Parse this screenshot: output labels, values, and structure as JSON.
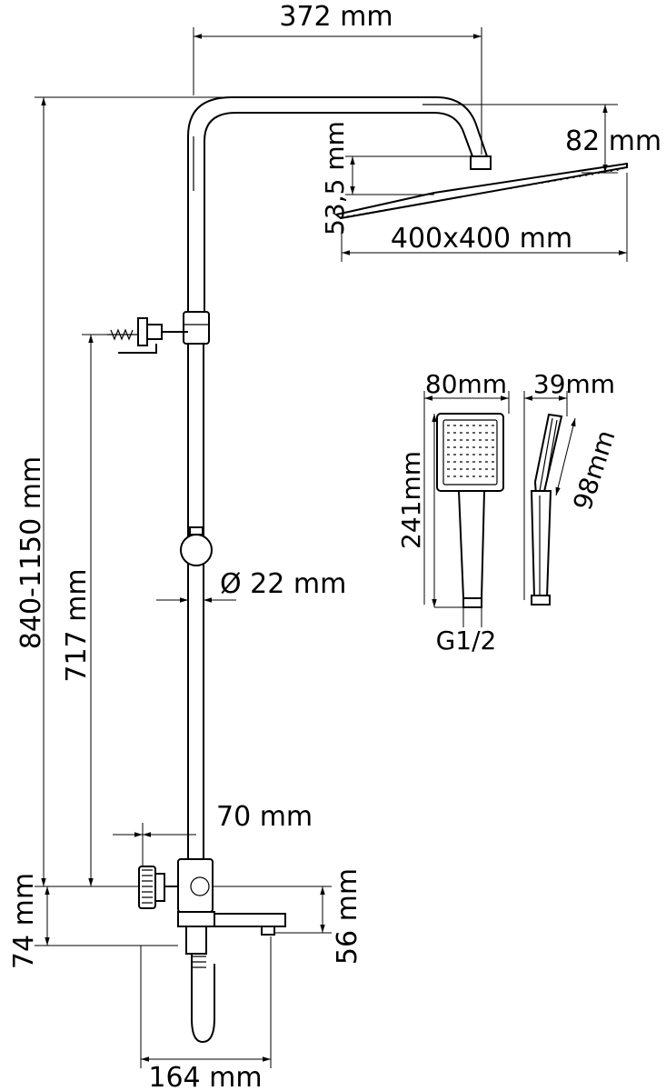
{
  "diagram": {
    "labels": {
      "arm_reach": "372 mm",
      "arm_drop": "82 mm",
      "head_height": "53,5 mm",
      "head_size": "400x400 mm",
      "hand_head_width": "80mm",
      "hand_depth": "39mm",
      "hand_length": "241mm",
      "hand_head_depth": "98mm",
      "hose_thread": "G1/2",
      "total_height": "840-1150 mm",
      "bracket_height": "717 mm",
      "pipe_diameter": "Ø 22 mm",
      "mixer_offset": "70 mm",
      "mixer_height": "74 mm",
      "spout_drop": "56 mm",
      "spout_reach": "164 mm"
    },
    "colors": {
      "line": "#000000",
      "background": "#ffffff"
    }
  }
}
